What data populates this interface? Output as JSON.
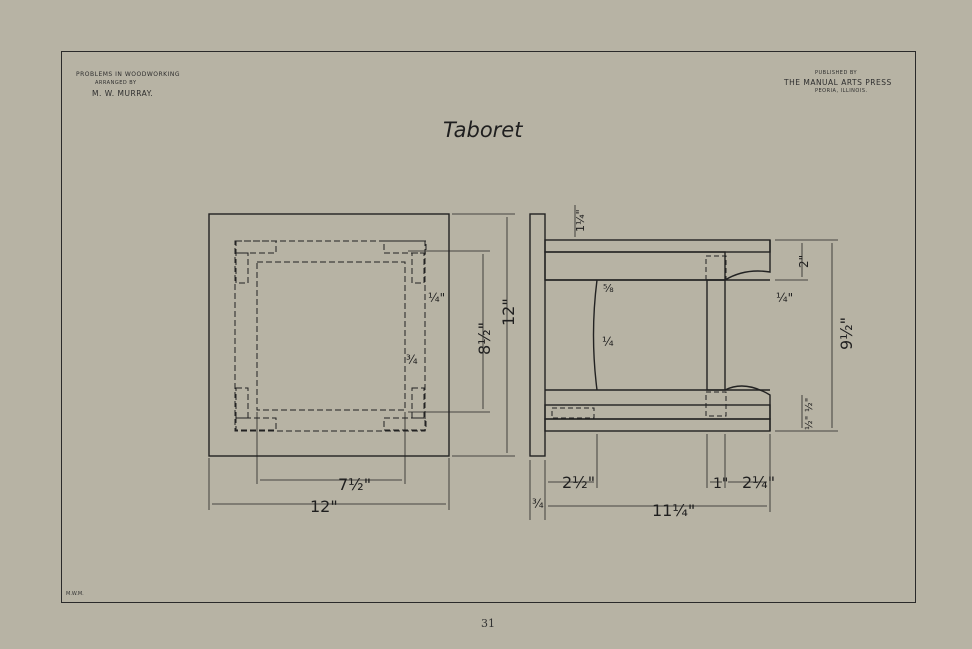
{
  "header": {
    "left_line1": "Problems in Woodworking",
    "left_line2": "Arranged by",
    "left_line3": "M. W. Murray.",
    "right_line1": "Published by",
    "right_line2": "The Manual Arts Press",
    "right_line3": "Peoria, Illinois."
  },
  "title": "Taboret",
  "initials": "M.W.M.",
  "page_number": "31",
  "dimensions": {
    "plan_width": "12\"",
    "plan_inner": "7½\"",
    "plan_depth_outer": "12\"",
    "plan_depth_inner": "8½\"",
    "plan_quarter": "¼\"",
    "plan_three_quarter": "¾",
    "elev_top_thickness": "1¼\"",
    "elev_rail": "2\"",
    "elev_quarter": "¼\"",
    "elev_height": "9½\"",
    "elev_five_eighth": "⅝",
    "elev_leg_quarter": "¼",
    "elev_half": "½\"",
    "elev_half2": "½\"",
    "elev_two_half": "2½\"",
    "elev_one": "1\"",
    "elev_two_quarter": "2¼\"",
    "elev_three_quarter": "¾",
    "elev_eleven_quarter": "11¼\""
  }
}
